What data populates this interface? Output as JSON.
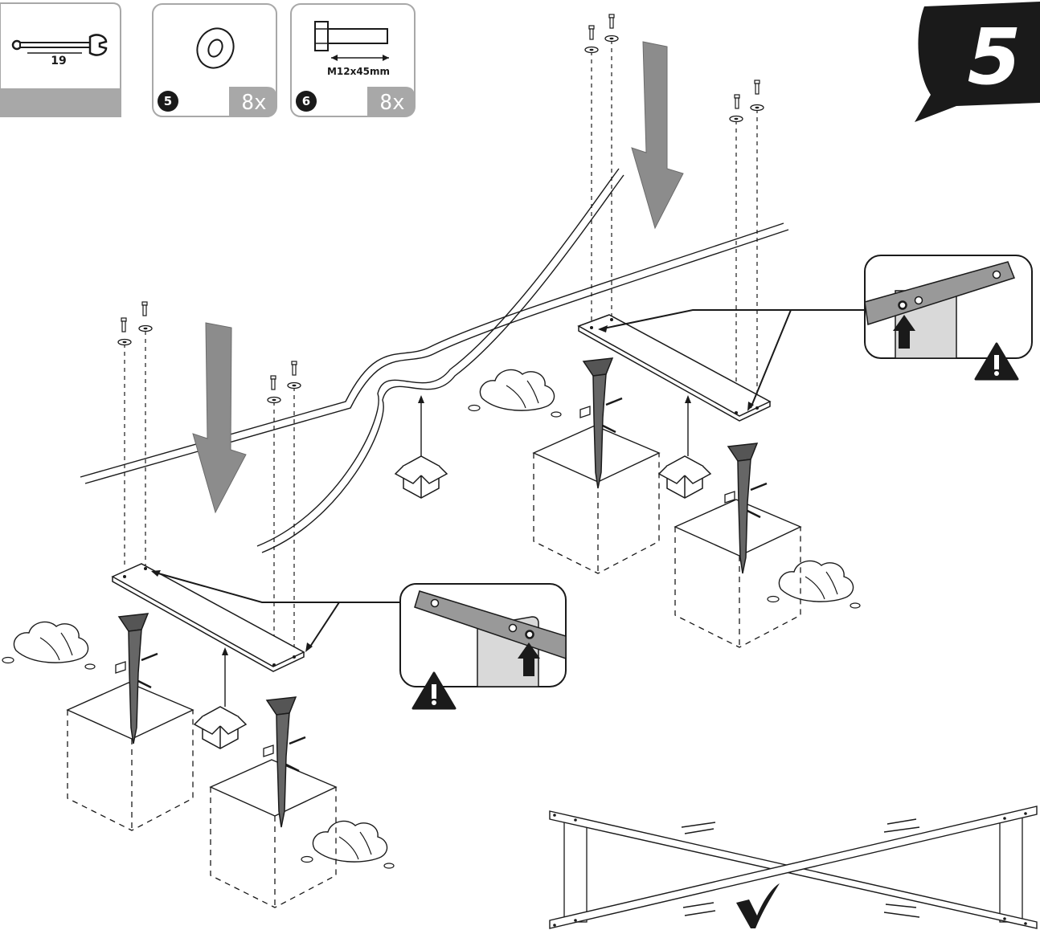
{
  "step_number": "5",
  "parts": [
    {
      "id": "tool",
      "label": "19",
      "badge": "",
      "quantity": ""
    },
    {
      "id": "washer",
      "label": "",
      "badge": "5",
      "quantity": "8x"
    },
    {
      "id": "bolt",
      "label": "M12x45mm",
      "badge": "6",
      "quantity": "8x"
    }
  ],
  "colors": {
    "ink": "#1a1a1a",
    "panel_gray": "#a8a8a8",
    "arrow_gray": "#8c8c8c",
    "light_gray": "#d9d9d9"
  },
  "icons": [
    "wrench-icon",
    "washer-icon",
    "bolt-icon",
    "warning-icon",
    "box-icon",
    "check-icon"
  ]
}
